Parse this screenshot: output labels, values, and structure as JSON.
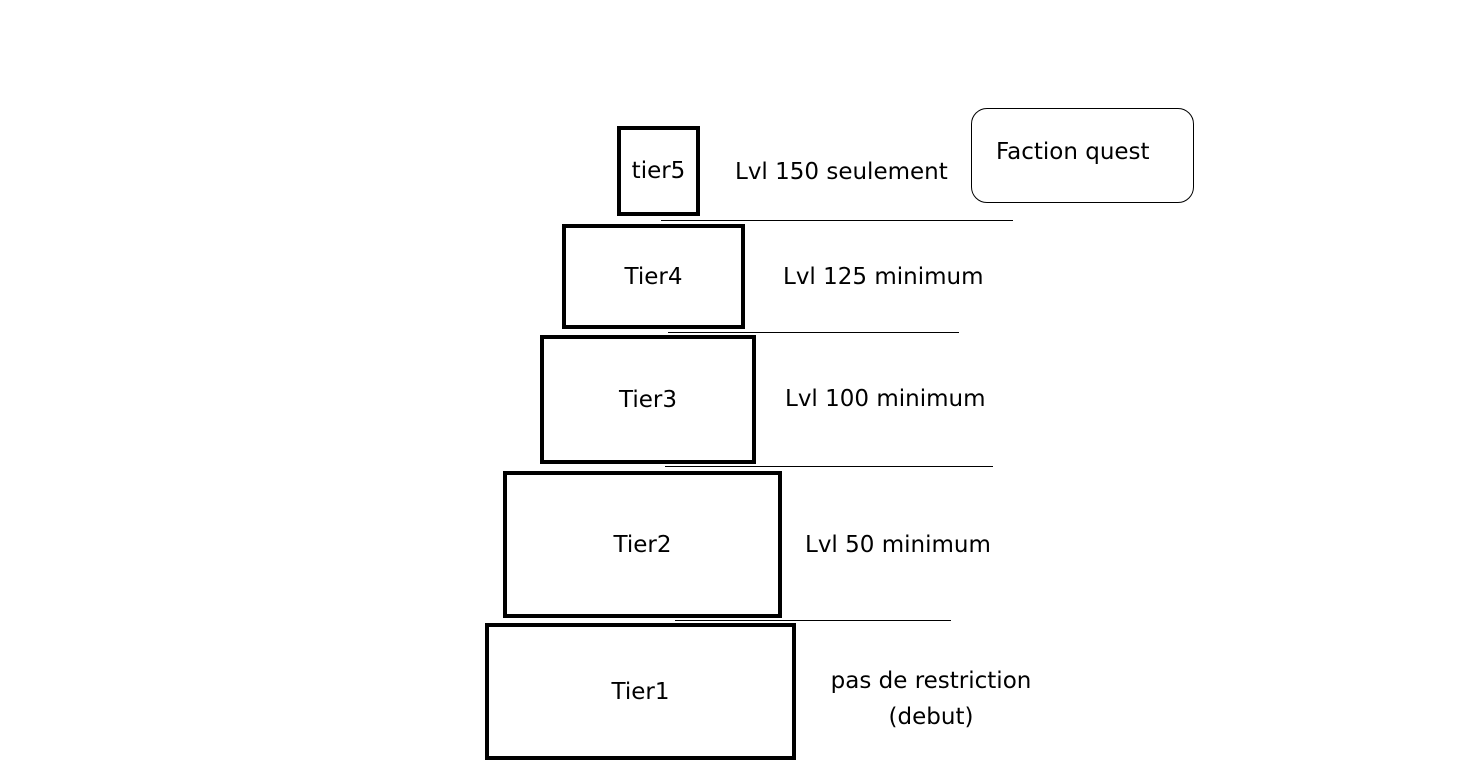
{
  "tiers": [
    {
      "label": "tier5",
      "level": "Lvl 150 seulement"
    },
    {
      "label": "Tier4",
      "level": "Lvl 125 minimum"
    },
    {
      "label": "Tier3",
      "level": "Lvl 100 minimum"
    },
    {
      "label": "Tier2",
      "level": "Lvl 50 minimum"
    },
    {
      "label": "Tier1",
      "level_line1": "pas de restriction",
      "level_line2": "(debut)"
    }
  ],
  "faction": {
    "label": "Faction quest"
  }
}
